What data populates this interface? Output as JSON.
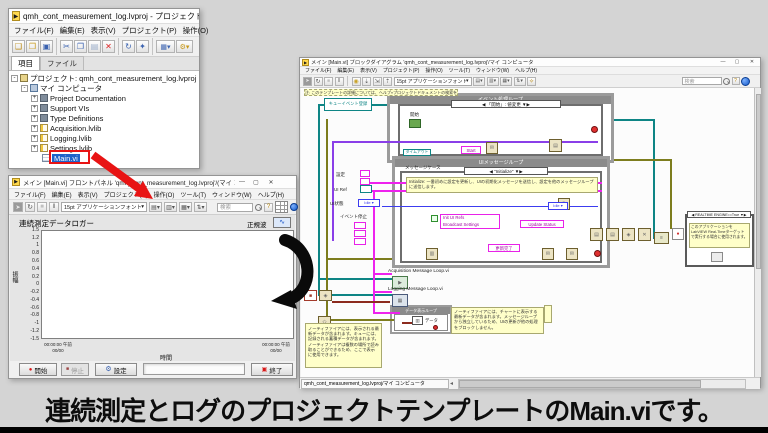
{
  "caption": "連続測定とログのプロジェクトテンプレートのMain.viです。",
  "window_controls": {
    "min": "—",
    "max": "▢",
    "close": "✕"
  },
  "icons": {
    "app": "▶",
    "collapse": "-",
    "expand": "+",
    "new": "❑",
    "open": "❒",
    "save_all": "▣",
    "cut": "✂",
    "copy": "❐",
    "paste": "▤",
    "delete": "✕",
    "refresh": "↻",
    "build": "✦",
    "view_dd": "▦▾",
    "wrench": "⚙▾",
    "run": "➤",
    "run_cont": "↻",
    "abort": "■",
    "pause": "‖",
    "bulb": "◉",
    "step_in": "⇣",
    "step_over": "⇲",
    "step_out": "⇡",
    "align": "▤▾",
    "distribute": "▥▾",
    "resize": "▦▾",
    "reorder": "⇅▾",
    "cleanup": "✧",
    "help": "?",
    "record_dot": "●",
    "stop_square": "■",
    "gear": "⚙",
    "exit_square": "▣",
    "wave": "∿",
    "scroll_left": "◂",
    "chart_glyph": "▥"
  },
  "project_explorer": {
    "title": "qmh_cont_measurement_log.lvproj - プロジェクトエクスプローラ",
    "menus": [
      "ファイル(F)",
      "編集(E)",
      "表示(V)",
      "プロジェクト(P)",
      "操作(O)"
    ],
    "tabs": {
      "items": "項目",
      "files": "ファイル"
    },
    "tree": [
      {
        "label": "プロジェクト: qmh_cont_measurement_log.lvproj"
      },
      {
        "label": "マイ コンピュータ"
      },
      {
        "label": "Project Documentation"
      },
      {
        "label": "Support VIs"
      },
      {
        "label": "Type Definitions"
      },
      {
        "label": "Acquisition.lvlib"
      },
      {
        "label": "Logging.lvlib"
      },
      {
        "label": "Settings.lvlib"
      },
      {
        "label": "Main.vi"
      }
    ]
  },
  "front_panel": {
    "title": "メイン [Main.vi] フロントパネル 'qmh_cont_measurement_log.lvproj'/(マイ コンピュータ)",
    "menus": [
      "ファイル(F)",
      "編集(E)",
      "表示(V)",
      "プロジェクト(P)",
      "操作(O)",
      "ツール(T)",
      "ウィンドウ(W)",
      "ヘルプ(H)"
    ],
    "toolbar": {
      "font_selector": "15pt アプリケーションフォント",
      "search": "検索"
    },
    "chart": {
      "title": "連続測定データロガー",
      "legend": "正規波",
      "ylabel": "振幅",
      "xlabel": "時間",
      "yticks": [
        "1.5",
        "1.2",
        "1",
        "0.8",
        "0.6",
        "0.4",
        "0.2",
        "0",
        "-0.2",
        "-0.4",
        "-0.6",
        "-0.8",
        "-1",
        "-1.2",
        "-1.5"
      ],
      "x_start_time": "00:00:00 午前",
      "x_start_date": "00/00",
      "x_end_time": "00:00:00 午前",
      "x_end_date": "00/00"
    },
    "buttons": {
      "start": "開始",
      "stop": "停止",
      "settings": "設定",
      "exit": "終了"
    }
  },
  "block_diagram": {
    "title": "メイン [Main.vi] ブロックダイアグラム 'qmh_cont_measurement_log.lvproj'/マイ コンピュータ",
    "menus": [
      "ファイル(F)",
      "編集(E)",
      "表示(V)",
      "プロジェクト(P)",
      "操作(O)",
      "ツール(T)",
      "ウィンドウ(W)",
      "ヘルプ(H)"
    ],
    "toolbar": {
      "font_selector": "15pt アプリケーションフォント",
      "search": "検索"
    },
    "status_tab": "qmh_cont_measurement_log.lvproj/マイ コンピュータ",
    "top_note": "注: このテンプレートの詳細については、ヘルプ»プロジェクトドキュメントの検索を参照してください。",
    "register_box": "キューイベント登録",
    "event_loop": {
      "title": "イベント処理ループ",
      "selector": "◀ 「開始」: 値変更 ▼▶",
      "start_label": "開始",
      "timeout_label": "タイムアウト",
      "start_msg": "Start"
    },
    "left_terminals": {
      "settings": "設定",
      "ui_ref": "UI Ref",
      "ui_state": "UI状態",
      "ui_state_value": "Idle ▾",
      "event_stop": "イベント停止"
    },
    "message_loop": {
      "title": "UIメッセージループ",
      "case_label": "メッセージケース",
      "selector": "◀ \"Initialize\" ▼▶",
      "note": "Initialize: 一番初めに設定を更新し、UIの初期化メッセージを送信し、設定を他のメッセージループに送信します。",
      "msg_init": "Init UI Refs",
      "msg_broadcast": "Broadcast Settings",
      "msg_update": "Update Status",
      "msg_done": "更新完了",
      "state_value": "Idle ▾"
    },
    "subvis": {
      "acquisition": "Acquisition Message Loop.vi",
      "logging": "Logging Message Loop.vi"
    },
    "display_loop": {
      "title": "データ表示ループ",
      "data_label": "データ"
    },
    "notes": {
      "left": "ノーティファイアには、表示される最新データが含まれます。キューには、記録される蓄積データが含まれます。ノーティファイアは複数の場所で読み取ることができるため、ここで表示に使用できます。",
      "display": "ノーティファイアには、チャートに表示する最新データが含まれます。メッセージループから独立しているため、UIの更新が他の処理をブロックしません。",
      "rt": "このアプリケーションをLabVIEW Real-Timeターゲットで実行する場合に使用されます。"
    },
    "rt_selector": "◀ REALTIME ENGINE==True ▼▶"
  },
  "colors": {
    "annotation_red": "#e81414",
    "selection_blue": "#1f62c9"
  }
}
